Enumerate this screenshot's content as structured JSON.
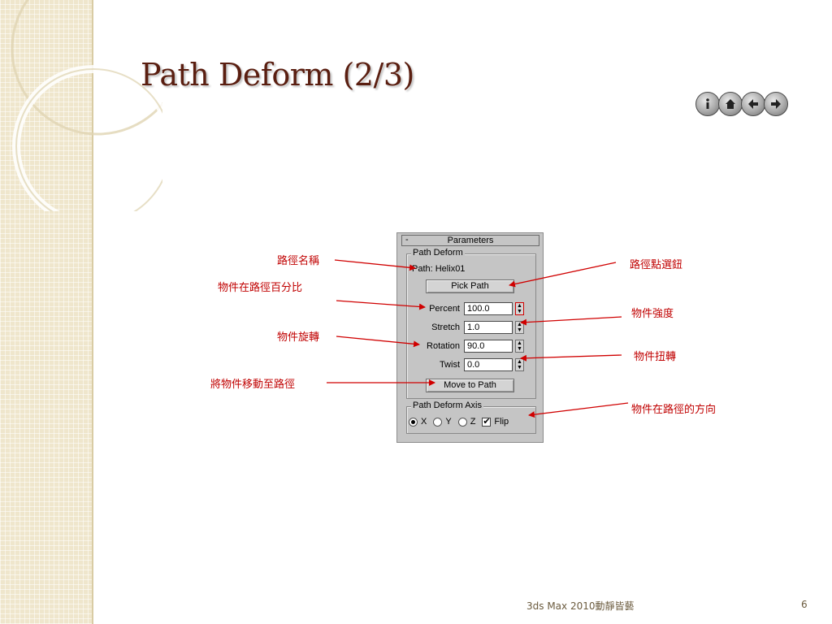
{
  "slide": {
    "title": "Path Deform (2/3)",
    "footer": "3ds Max 2010動靜皆藝",
    "page_number": "6"
  },
  "nav": {
    "buttons": [
      {
        "icon": "info-icon"
      },
      {
        "icon": "home-icon"
      },
      {
        "icon": "arrow-left-icon"
      },
      {
        "icon": "arrow-right-icon"
      }
    ]
  },
  "panel": {
    "rollout_minus": "-",
    "rollout_title": "Parameters",
    "group1_legend": "Path Deform",
    "path_label": "Path: Helix01",
    "pick_path_label": "Pick Path",
    "percent_label": "Percent",
    "percent_value": "100.0",
    "stretch_label": "Stretch",
    "stretch_value": "1.0",
    "rotation_label": "Rotation",
    "rotation_value": "90.0",
    "twist_label": "Twist",
    "twist_value": "0.0",
    "move_to_path_label": "Move to Path",
    "group2_legend": "Path Deform Axis",
    "axis_x": "X",
    "axis_y": "Y",
    "axis_z": "Z",
    "axis_selected": "X",
    "flip_label": "Flip",
    "flip_checked": true
  },
  "annotations": {
    "path_name": "路徑名稱",
    "percent_along_path": "物件在路徑百分比",
    "rotation": "物件旋轉",
    "move_to_path": "將物件移動至路徑",
    "pick_button": "路徑點選鈕",
    "strength": "物件強度",
    "twist": "物件扭轉",
    "direction": "物件在路徑的方向"
  },
  "colors": {
    "title": "#5a1e10",
    "annotation": "#c00000",
    "side_strip": "#efe6cc"
  }
}
